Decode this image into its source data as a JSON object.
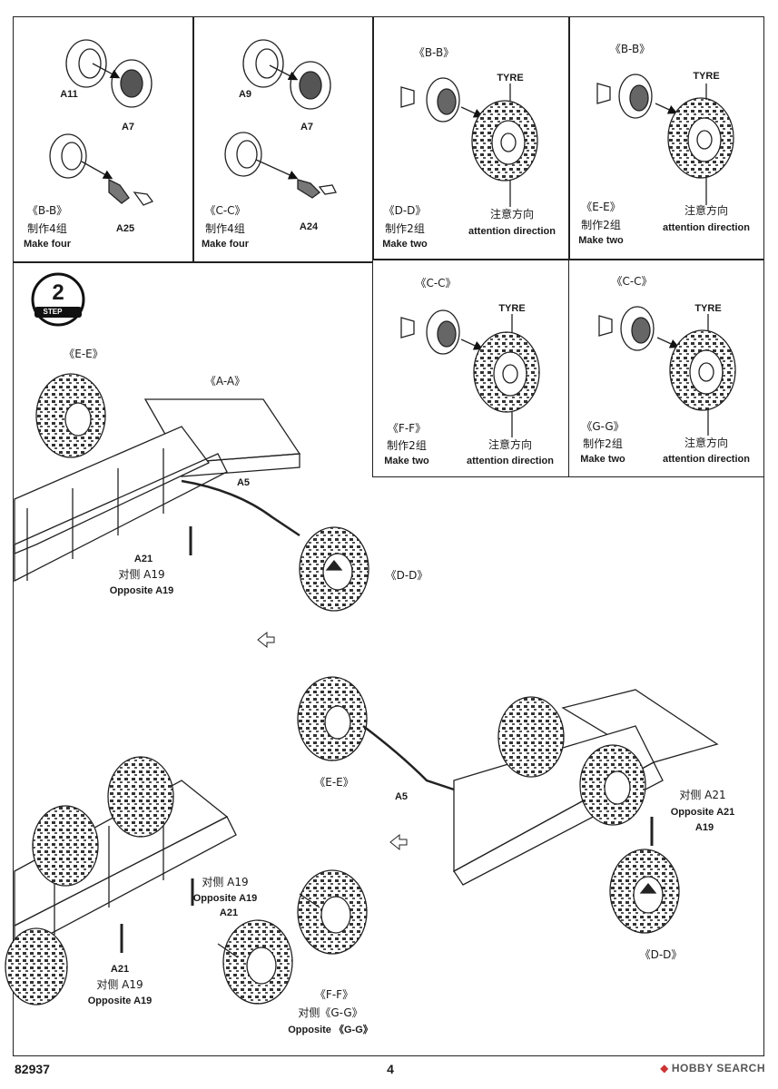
{
  "panels": {
    "p1": {
      "parts": [
        "A11",
        "A7",
        "A25"
      ],
      "group": "《B-B》",
      "qty_cn": "制作4组",
      "qty_en": "Make four"
    },
    "p2": {
      "parts": [
        "A9",
        "A7",
        "A24"
      ],
      "group": "《C-C》",
      "qty_cn": "制作4组",
      "qty_en": "Make four"
    },
    "p3": {
      "sub": "《B-B》",
      "tyre": "TYRE",
      "group": "《D-D》",
      "qty_cn": "制作2组",
      "qty_en": "Make two",
      "dir_cn": "注意方向",
      "dir_en": "attention direction"
    },
    "p4": {
      "sub": "《B-B》",
      "tyre": "TYRE",
      "group": "《E-E》",
      "qty_cn": "制作2组",
      "qty_en": "Make two",
      "dir_cn": "注意方向",
      "dir_en": "attention direction"
    },
    "p5": {
      "sub": "《C-C》",
      "tyre": "TYRE",
      "group": "《F-F》",
      "qty_cn": "制作2组",
      "qty_en": "Make two",
      "dir_cn": "注意方向",
      "dir_en": "attention direction"
    },
    "p6": {
      "sub": "《C-C》",
      "tyre": "TYRE",
      "group": "《G-G》",
      "qty_cn": "制作2组",
      "qty_en": "Make two",
      "dir_cn": "注意方向",
      "dir_en": "attention direction"
    }
  },
  "step": {
    "number": "2",
    "label": "STEP"
  },
  "step2": {
    "upper": {
      "ee": "《E-E》",
      "aa": "《A-A》",
      "a5": "A5",
      "a21": "A21",
      "opp_cn": "对侧 A19",
      "opp_en": "Opposite A19",
      "dd": "《D-D》"
    },
    "right": {
      "ee": "《E-E》",
      "a5": "A5",
      "opp_cn": "对侧 A21",
      "opp_en": "Opposite A21",
      "a19": "A19",
      "dd": "《D-D》"
    },
    "lower": {
      "opp_cn": "对侧 A19",
      "opp_en": "Opposite A19",
      "a21a": "A21",
      "a21b": "A21",
      "opp2_cn": "对侧 A19",
      "opp2_en": "Opposite A19",
      "ff": "《F-F》",
      "gg_cn": "对侧《G-G》",
      "gg_en": "Opposite 《G-G》"
    }
  },
  "footer": {
    "code": "82937",
    "page": "4",
    "brand": "HOBBY SEARCH"
  }
}
